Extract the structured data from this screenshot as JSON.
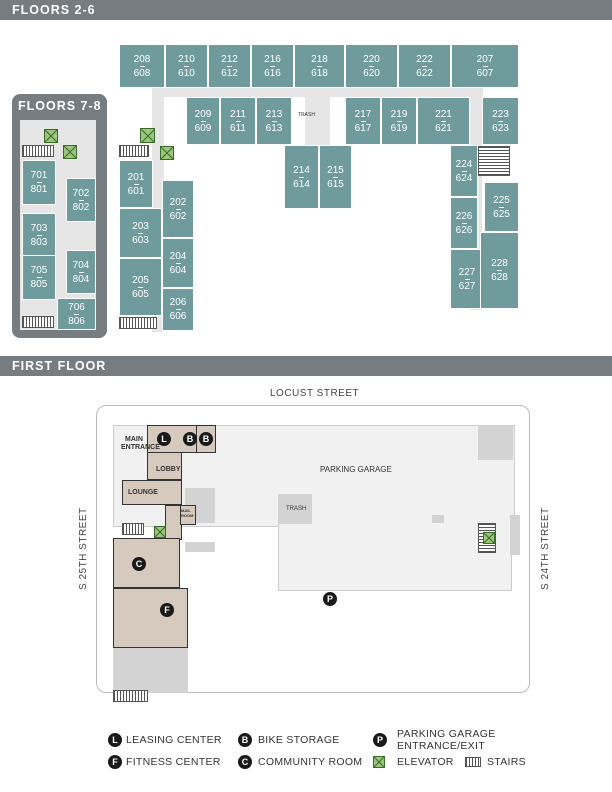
{
  "sections": {
    "floors_2_6": "FLOORS 2-6",
    "floors_7_8": "FLOORS 7-8",
    "first_floor": "FIRST FLOOR"
  },
  "units_2_6": [
    {
      "a": "208",
      "b": "608"
    },
    {
      "a": "210",
      "b": "610"
    },
    {
      "a": "212",
      "b": "612"
    },
    {
      "a": "216",
      "b": "616"
    },
    {
      "a": "218",
      "b": "618"
    },
    {
      "a": "220",
      "b": "620"
    },
    {
      "a": "222",
      "b": "622"
    },
    {
      "a": "207",
      "b": "607"
    },
    {
      "a": "209",
      "b": "609"
    },
    {
      "a": "211",
      "b": "611"
    },
    {
      "a": "213",
      "b": "613"
    },
    {
      "a": "217",
      "b": "617"
    },
    {
      "a": "219",
      "b": "619"
    },
    {
      "a": "221",
      "b": "621"
    },
    {
      "a": "223",
      "b": "623"
    },
    {
      "a": "214",
      "b": "614"
    },
    {
      "a": "215",
      "b": "615"
    },
    {
      "a": "224",
      "b": "624"
    },
    {
      "a": "201",
      "b": "601"
    },
    {
      "a": "202",
      "b": "602"
    },
    {
      "a": "203",
      "b": "603"
    },
    {
      "a": "204",
      "b": "604"
    },
    {
      "a": "205",
      "b": "605"
    },
    {
      "a": "206",
      "b": "606"
    },
    {
      "a": "225",
      "b": "625"
    },
    {
      "a": "226",
      "b": "626"
    },
    {
      "a": "227",
      "b": "627"
    },
    {
      "a": "228",
      "b": "628"
    }
  ],
  "units_7_8": [
    {
      "a": "701",
      "b": "801"
    },
    {
      "a": "702",
      "b": "802"
    },
    {
      "a": "703",
      "b": "803"
    },
    {
      "a": "704",
      "b": "804"
    },
    {
      "a": "705",
      "b": "805"
    },
    {
      "a": "706",
      "b": "806"
    }
  ],
  "trash_small": "TRASH",
  "first": {
    "locust": "LOCUST STREET",
    "s25": "S 25TH STREET",
    "s24": "S 24TH STREET",
    "parking_garage": "PARKING GARAGE",
    "trash": "TRASH",
    "main_entrance": "MAIN ENTRANCE",
    "lobby": "LOBBY",
    "lounge": "LOUNGE",
    "mail_room": "MAIL ROOM"
  },
  "markers": {
    "L": "L",
    "B": "B",
    "C": "C",
    "F": "F",
    "P": "P"
  },
  "legend": {
    "leasing": "LEASING CENTER",
    "bike": "BIKE STORAGE",
    "parking": "PARKING GARAGE ENTRANCE/EXIT",
    "fitness": "FITNESS CENTER",
    "community": "COMMUNITY ROOM",
    "elevator": "ELEVATOR",
    "stairs": "STAIRS"
  },
  "colors": {
    "unit": "#6f9b9c",
    "amenity": "#d6c9bd",
    "banner": "#777c80",
    "elevator": "#9cc47d"
  }
}
